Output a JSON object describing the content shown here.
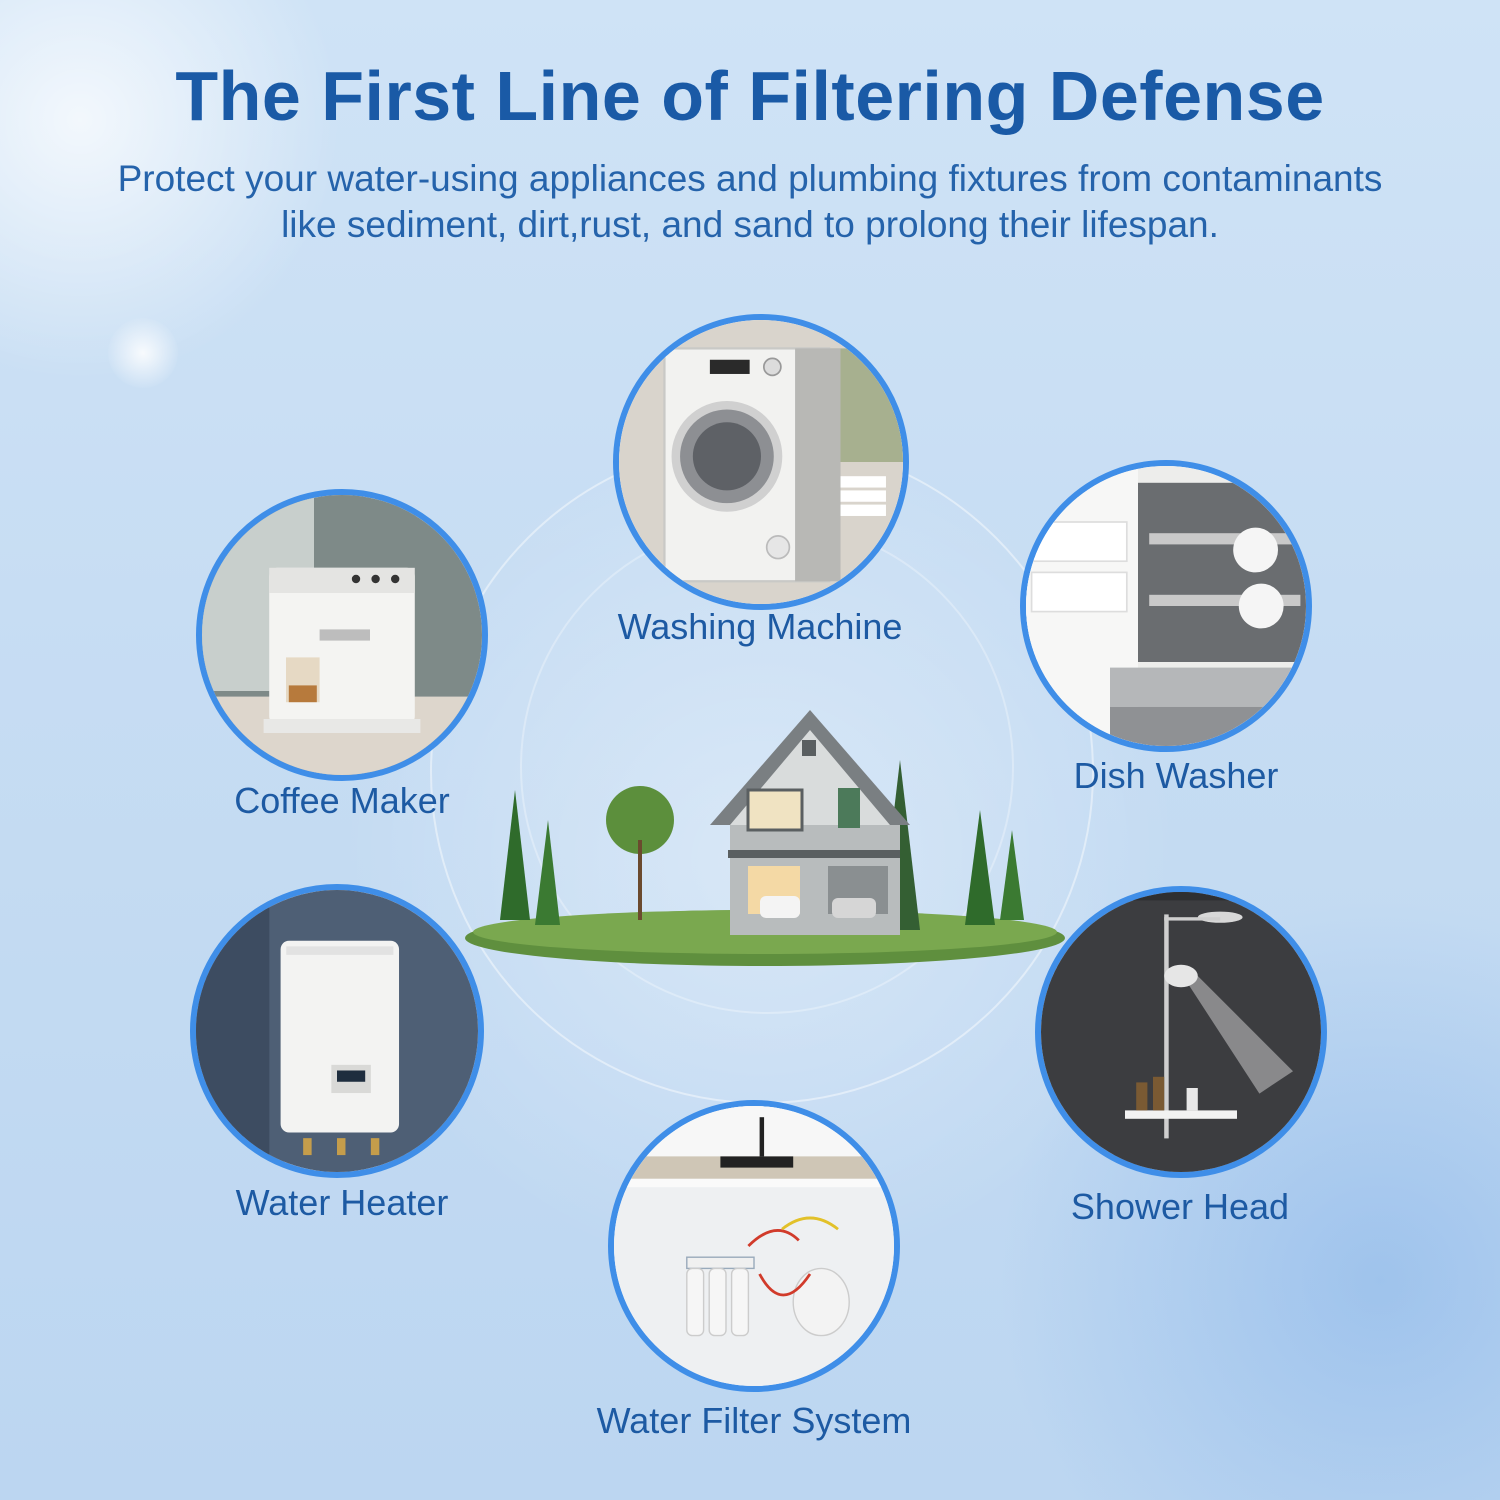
{
  "header": {
    "title": "The First Line of Filtering Defense",
    "subtitle_line1": "Protect your water-using appliances and plumbing fixtures from contaminants",
    "subtitle_line2": "like sediment, dirt,rust, and sand to prolong their lifespan."
  },
  "appliances": [
    {
      "label": "Washing Machine",
      "icon": "washing-machine-icon"
    },
    {
      "label": "Coffee Maker",
      "icon": "coffee-maker-icon"
    },
    {
      "label": "Dish Washer",
      "icon": "dishwasher-icon"
    },
    {
      "label": "Water Heater",
      "icon": "water-heater-icon"
    },
    {
      "label": "Shower Head",
      "icon": "shower-head-icon"
    },
    {
      "label": "Water Filter System",
      "icon": "water-filter-icon"
    }
  ],
  "colors": {
    "title": "#1a5aa6",
    "text": "#2563ab",
    "circle_border": "#3f8ee8",
    "background": "#c7ddf3"
  }
}
